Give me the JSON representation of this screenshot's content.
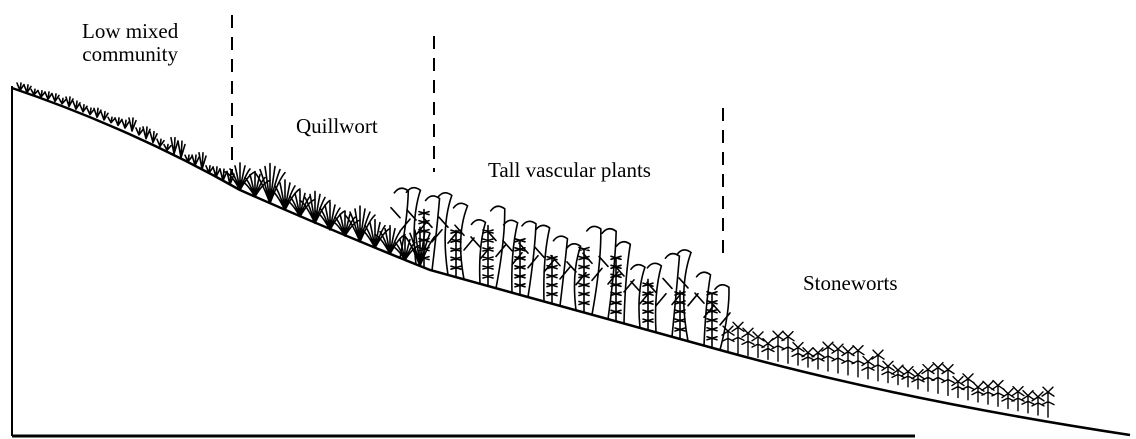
{
  "zones": [
    {
      "id": "low-mixed",
      "label_line1": "Low mixed",
      "label_line2": "community"
    },
    {
      "id": "quillwort",
      "label": "Quillwort"
    },
    {
      "id": "tall-vascular",
      "label": "Tall vascular plants"
    },
    {
      "id": "stoneworts",
      "label": "Stoneworts"
    }
  ]
}
